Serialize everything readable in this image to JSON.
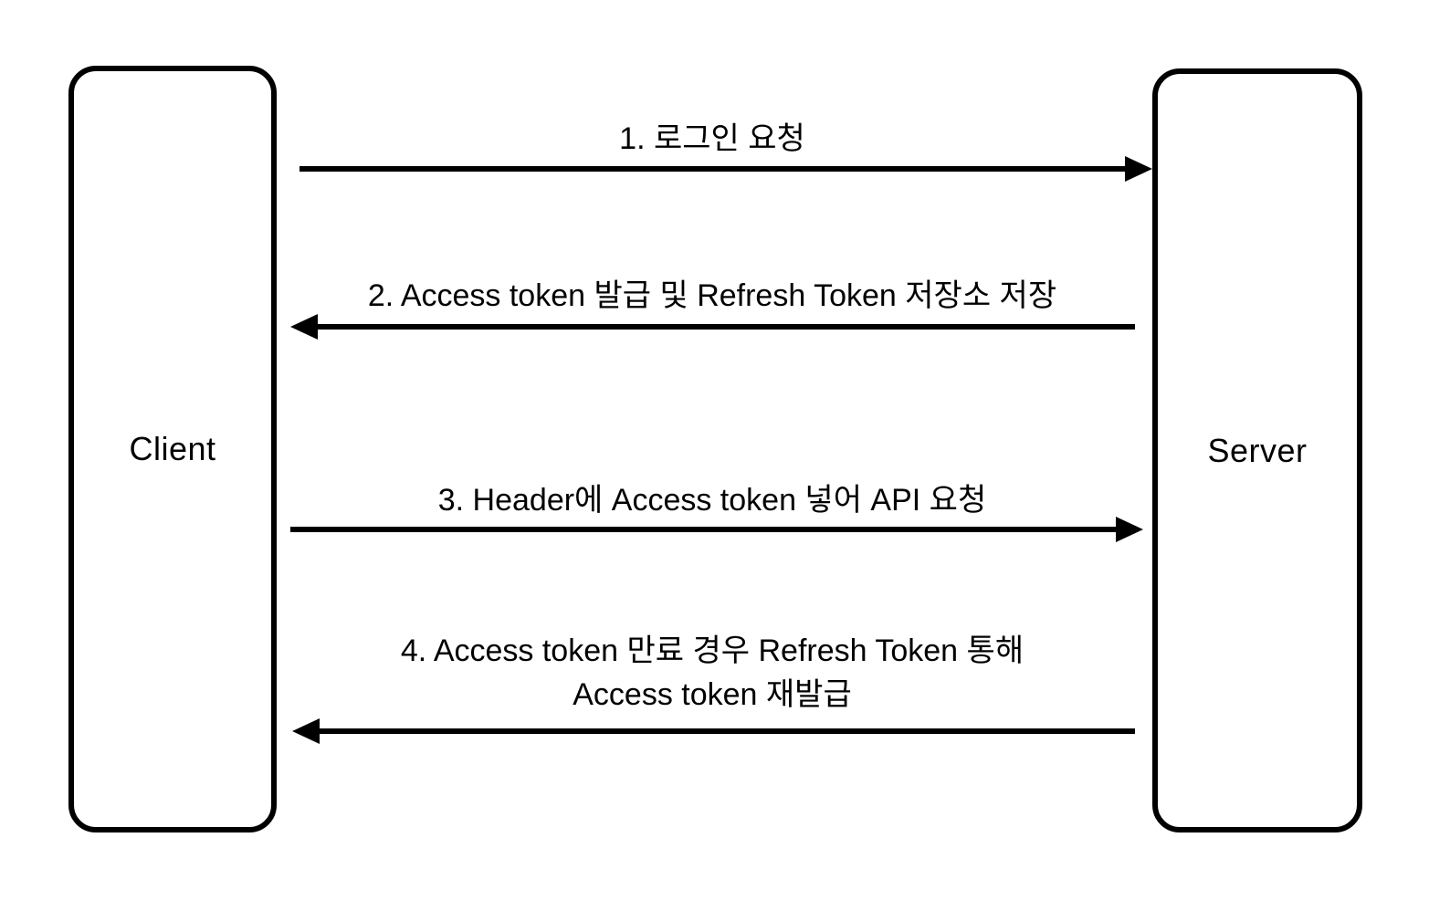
{
  "diagram": {
    "type": "sequence-diagram",
    "background_color": "#ffffff",
    "stroke_color": "#000000",
    "nodes": [
      {
        "id": "client",
        "label": "Client"
      },
      {
        "id": "server",
        "label": "Server"
      }
    ],
    "messages": [
      {
        "step": 1,
        "from": "client",
        "to": "server",
        "direction": "right",
        "label": "1. 로그인 요청"
      },
      {
        "step": 2,
        "from": "server",
        "to": "client",
        "direction": "left",
        "label": "2. Access token 발급 및 Refresh Token 저장소 저장"
      },
      {
        "step": 3,
        "from": "client",
        "to": "server",
        "direction": "right",
        "label": "3. Header에 Access token 넣어 API 요청"
      },
      {
        "step": 4,
        "from": "server",
        "to": "client",
        "direction": "left",
        "label": "4. Access token 만료 경우 Refresh Token 통해",
        "label_line2": "Access token 재발급"
      }
    ]
  }
}
